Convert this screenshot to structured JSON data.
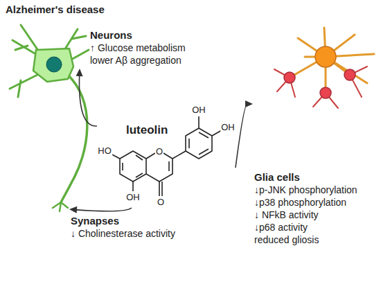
{
  "diagram": {
    "title": "Alzheimer's disease",
    "nodes": [
      {
        "text": [
          "Neurons",
          "↑ Glucose metabolism",
          "lower Aβ aggregation"
        ]
      },
      {
        "text": [
          "luteolin"
        ]
      },
      {
        "text": [
          "Glia cells",
          "↓p-JNK phosphorylation",
          "↓p38 phosphorylation",
          "↓ NFkB activity",
          "↓p68 activity",
          "reduced gliosis"
        ]
      },
      {
        "text": [
          "Synapses",
          "↓ Cholinesterase activity"
        ]
      }
    ],
    "edges": [
      {
        "from": 1,
        "to": 0,
        "arrow": "to"
      },
      {
        "from": 1,
        "to": 2,
        "arrow": "to"
      },
      {
        "from": 1,
        "to": 3,
        "arrow": "to"
      }
    ],
    "labels": [
      "OH",
      "OH",
      "HO",
      "O",
      "OH",
      "O"
    ]
  }
}
